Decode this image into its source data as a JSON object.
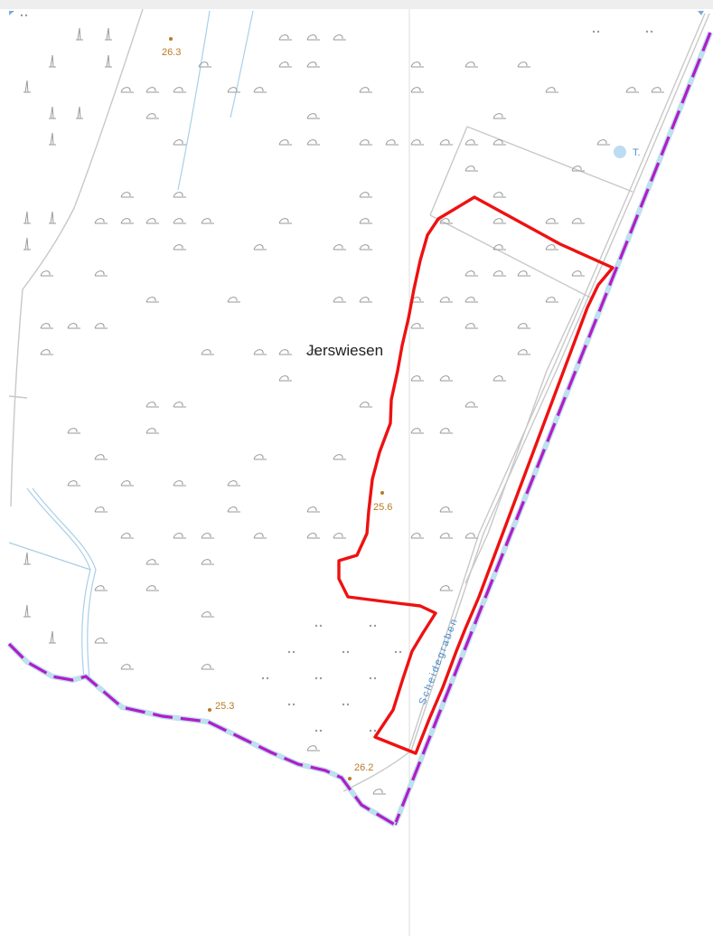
{
  "map": {
    "place_name": "Jerswiesen",
    "stream_name": "Scheidegraben",
    "pond_label": "T.",
    "spot_heights": [
      {
        "value": "26.3"
      },
      {
        "value": "25.6"
      },
      {
        "value": "25.3"
      },
      {
        "value": "26.2"
      }
    ],
    "symbols": {
      "meadow": "meadow-symbol",
      "deciduous": "deciduous-tree-symbol",
      "wet_ground": "wet-ground-dots"
    },
    "colors": {
      "background": "#ffffff",
      "top_strip": "#eeeeee",
      "area_outline": "#ee1111",
      "admin_boundary": "#b21cc7",
      "boundary_casing": "#bfe0ee",
      "roads": "#c8c8c8",
      "water": "#a9cfe8",
      "spot_height": "#b87a26",
      "stream_label": "#4a8fd0",
      "place_label": "#222222"
    }
  }
}
